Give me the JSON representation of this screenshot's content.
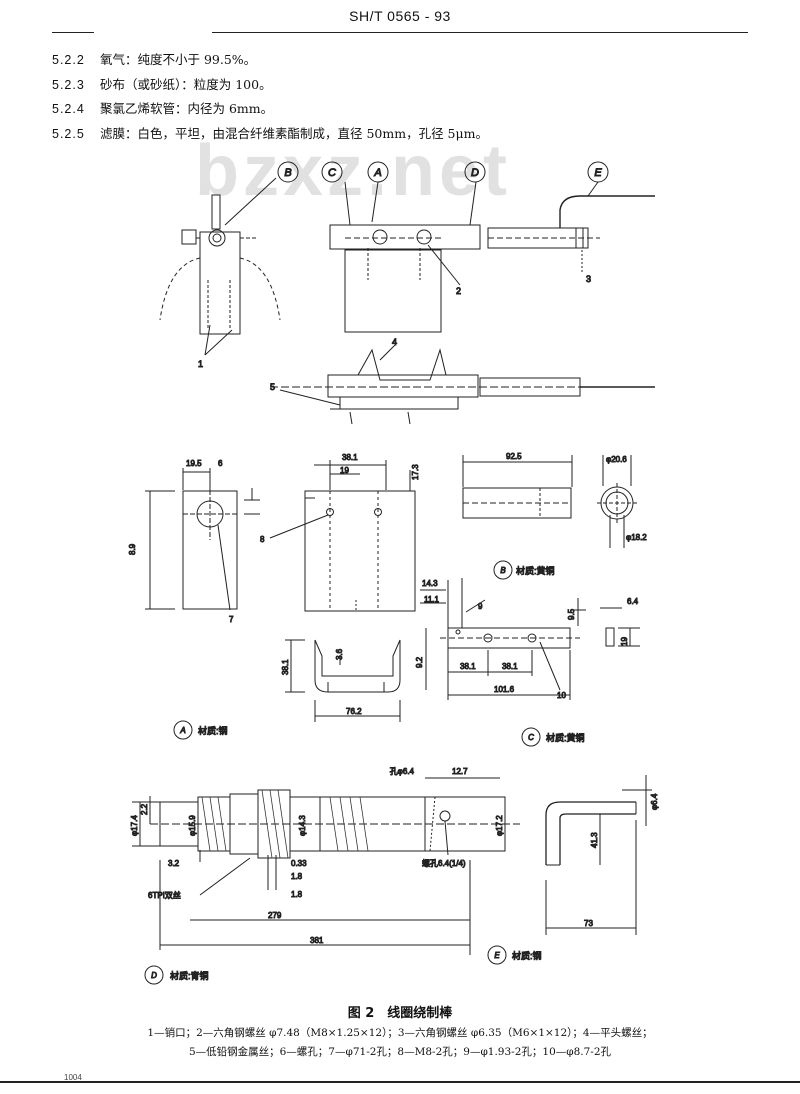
{
  "header": {
    "code": "SH/T 0565 - 93"
  },
  "clauses": [
    {
      "num": "5.2.2",
      "text": "氧气：纯度不小于 99.5%。"
    },
    {
      "num": "5.2.3",
      "text": "砂布（或砂纸）：粒度为 100。"
    },
    {
      "num": "5.2.4",
      "text": "聚氯乙烯软管：内径为 6mm。"
    },
    {
      "num": "5.2.5",
      "text": "滤膜：白色，平坦，由混合纤维素酯制成，直径 50mm，孔径 5μm。"
    }
  ],
  "watermark": "bzxz.net",
  "figure": {
    "callouts": [
      "B",
      "C",
      "A",
      "D",
      "E"
    ],
    "parts": {
      "p1": "1",
      "p2": "2",
      "p3": "3",
      "p4": "4",
      "p5": "5",
      "p6": "6",
      "p7": "7",
      "p8": "8",
      "p9": "9",
      "p10": "10"
    },
    "dims": {
      "d19_5": "19.5",
      "d8_9": "8.9",
      "d38_1a": "38.1",
      "d19": "19",
      "d17_3": "17.3",
      "d92_5": "92.5",
      "d20_6": "φ20.6",
      "d18_2": "φ18.2",
      "d14_3": "14.3",
      "d11_1": "11.1",
      "d9_5": "9.5",
      "d6_4": "6.4",
      "d19b": "19",
      "d9_2": "9.2",
      "d38_1b": "38.1",
      "d38_1c": "38.1",
      "d101_6": "101.6",
      "d38_1d": "38.1",
      "d3_6": "3.6",
      "d76_2": "76.2",
      "d12_7": "12.7",
      "hole": "孔φ6.4",
      "d2_2": "2.2",
      "d17_4": "φ17.4",
      "d15_9": "φ15.9",
      "d14_3b": "φ14.3",
      "d17_2": "φ17.2",
      "d3_2": "3.2",
      "d0_33": "0.33",
      "d1_8a": "1.8",
      "d1_8b": "1.8",
      "d279": "279",
      "d381": "381",
      "thread": "6TPI双丝",
      "screwhole": "螺孔6.4(1/4)",
      "d6_4b": "φ6.4",
      "d41_3": "41.3",
      "d73": "73"
    },
    "materials": {
      "B": "材质:黄铜",
      "A": "材质:钢",
      "C": "材质:黄铜",
      "D": "材质:青铜",
      "E": "材质:钢"
    }
  },
  "caption": "图 2　线圈绕制棒",
  "legend": [
    "1—销口；2—六角钢螺丝 φ7.48（M8×1.25×12）；3—六角钢螺丝 φ6.35（M6×1×12）；4—平头螺丝；",
    "5—低铅钢金属丝；6—螺孔；7—φ71-2孔；8—M8-2孔；9—φ1.93-2孔；10—φ8.7-2孔"
  ],
  "footer": {
    "page": "1004"
  }
}
